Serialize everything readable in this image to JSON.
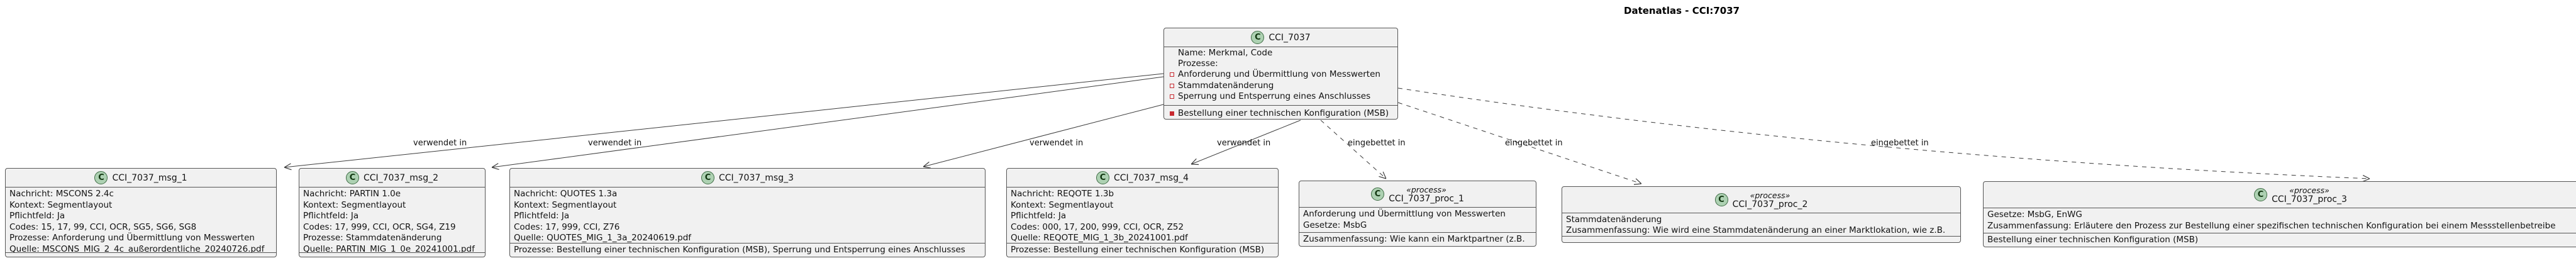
{
  "title": "Datenatlas - CCI:7037",
  "icon_letter": "C",
  "colors": {
    "box_fill": "#F1F1F1",
    "box_border": "#565656",
    "circle_fill": "#ADD1B2",
    "circle_border": "#3F6C45",
    "accent_red": "#C82930",
    "line_color": "#3B3B3B"
  },
  "central": {
    "name": "CCI_7037",
    "attributes": [
      "Name: Merkmal, Code",
      "Prozesse:"
    ],
    "process_items": [
      "Anforderung und Übermittlung von Messwerten",
      "Stammdatenänderung",
      "Sperrung und Entsperrung eines Anschlusses"
    ],
    "method_item": "Bestellung einer technischen Konfiguration (MSB)"
  },
  "boxes": {
    "msg1": {
      "name": "CCI_7037_msg_1",
      "lines": [
        "Nachricht: MSCONS 2.4c",
        "Kontext: Segmentlayout",
        "Pflichtfeld: Ja",
        "Codes: 15, 17, 99, CCI, OCR, SG5, SG6, SG8",
        "Prozesse: Anforderung und Übermittlung von Messwerten",
        "Quelle: MSCONS_MIG_2_4c_außerordentliche_20240726.pdf"
      ],
      "footer": ""
    },
    "msg2": {
      "name": "CCI_7037_msg_2",
      "lines": [
        "Nachricht: PARTIN 1.0e",
        "Kontext: Segmentlayout",
        "Pflichtfeld: Ja",
        "Codes: 17, 999, CCI, OCR, SG4, Z19",
        "Prozesse: Stammdatenänderung",
        "Quelle: PARTIN_MIG_1_0e_20241001.pdf"
      ],
      "footer": ""
    },
    "msg3": {
      "name": "CCI_7037_msg_3",
      "lines": [
        "Nachricht: QUOTES 1.3a",
        "Kontext: Segmentlayout",
        "Pflichtfeld: Ja",
        "Codes: 17, 999, CCI, Z76",
        "Quelle: QUOTES_MIG_1_3a_20240619.pdf"
      ],
      "footer": "Prozesse: Bestellung einer technischen Konfiguration (MSB), Sperrung und Entsperrung eines Anschlusses"
    },
    "msg4": {
      "name": "CCI_7037_msg_4",
      "lines": [
        "Nachricht: REQOTE 1.3b",
        "Kontext: Segmentlayout",
        "Pflichtfeld: Ja",
        "Codes: 000, 17, 200, 999, CCI, OCR, Z52",
        "Quelle: REQOTE_MIG_1_3b_20241001.pdf"
      ],
      "footer": "Prozesse: Bestellung einer technischen Konfiguration (MSB)"
    },
    "proc1": {
      "stereotype": "«process»",
      "name": "CCI_7037_proc_1",
      "lines": [
        "Anforderung und Übermittlung von Messwerten",
        "Gesetze: MsbG"
      ],
      "footer": "Zusammenfassung: Wie kann ein Marktpartner (z.B."
    },
    "proc2": {
      "stereotype": "«process»",
      "name": "CCI_7037_proc_2",
      "lines": [
        "Stammdatenänderung",
        "Zusammenfassung: Wie wird eine Stammdatenänderung an einer Marktlokation, wie z.B."
      ],
      "footer": ""
    },
    "proc3": {
      "stereotype": "«process»",
      "name": "CCI_7037_proc_3",
      "lines": [
        "Gesetze: MsbG, EnWG",
        "Zusammenfassung: Erläutere den Prozess zur Bestellung einer spezifischen technischen Konfiguration bei einem Messstellenbetreibe"
      ],
      "footer": "Bestellung einer technischen Konfiguration (MSB)"
    }
  },
  "edges": [
    {
      "label": "verwendet in"
    },
    {
      "label": "verwendet in"
    },
    {
      "label": "verwendet in"
    },
    {
      "label": "verwendet in"
    },
    {
      "label": "eingebettet in"
    },
    {
      "label": "eingebettet in"
    },
    {
      "label": "eingebettet in"
    }
  ]
}
